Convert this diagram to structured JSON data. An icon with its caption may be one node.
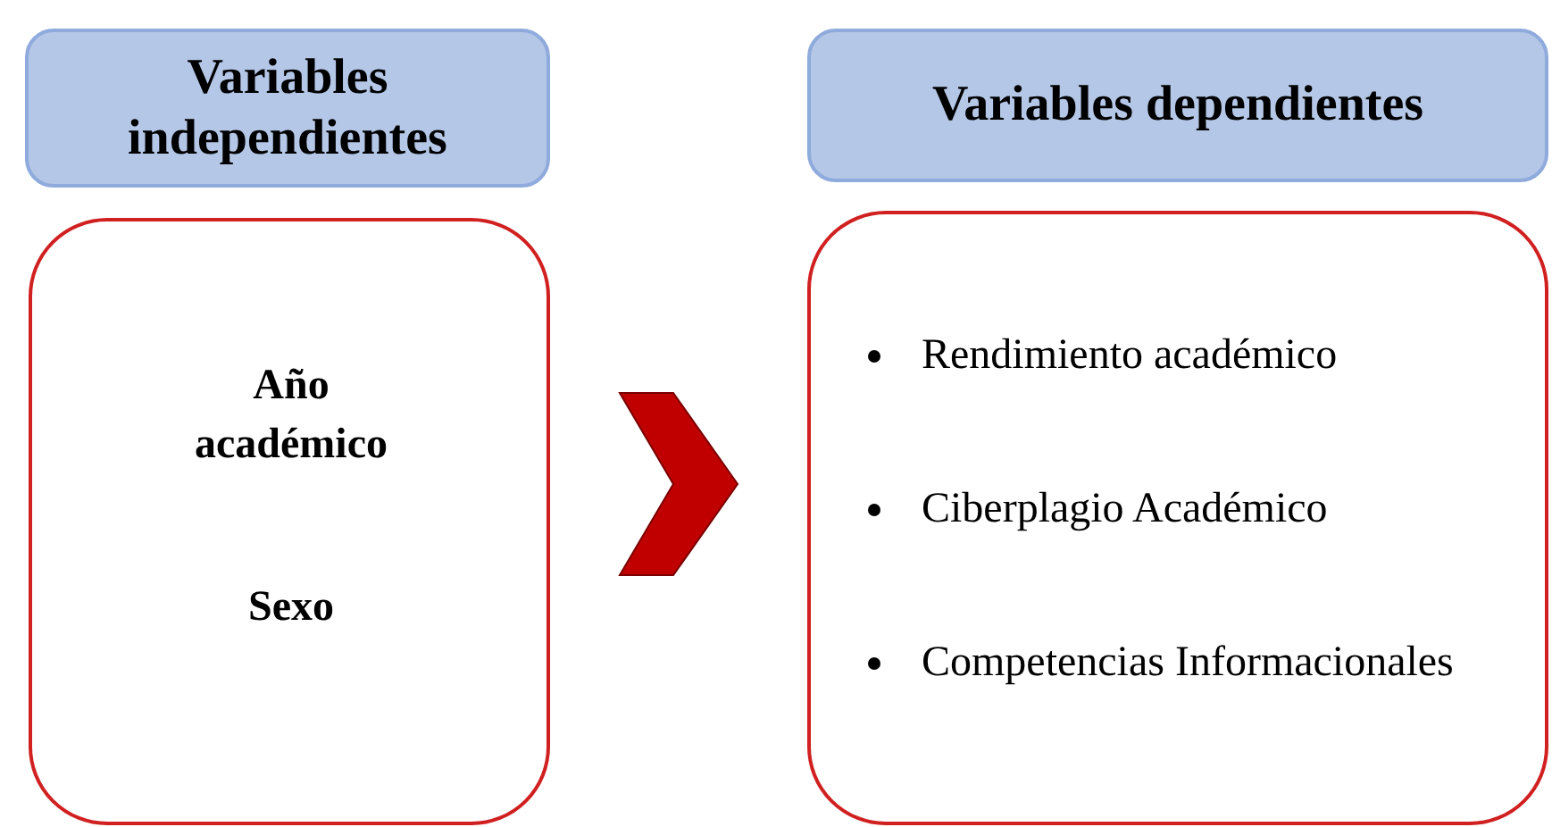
{
  "diagram": {
    "nodes": [
      {
        "text": [
          "Variables independientes"
        ]
      },
      {
        "text": [
          "Año académico",
          "Sexo"
        ]
      },
      {
        "text": [
          "Variables dependientes"
        ]
      },
      {
        "text": [
          "Rendimiento académico",
          "Ciberplagio Académico",
          "Competencias Informacionales"
        ]
      }
    ],
    "edges": [
      {
        "from": 1,
        "to": 3,
        "arrow": "to",
        "color": "#c00000"
      }
    ]
  }
}
